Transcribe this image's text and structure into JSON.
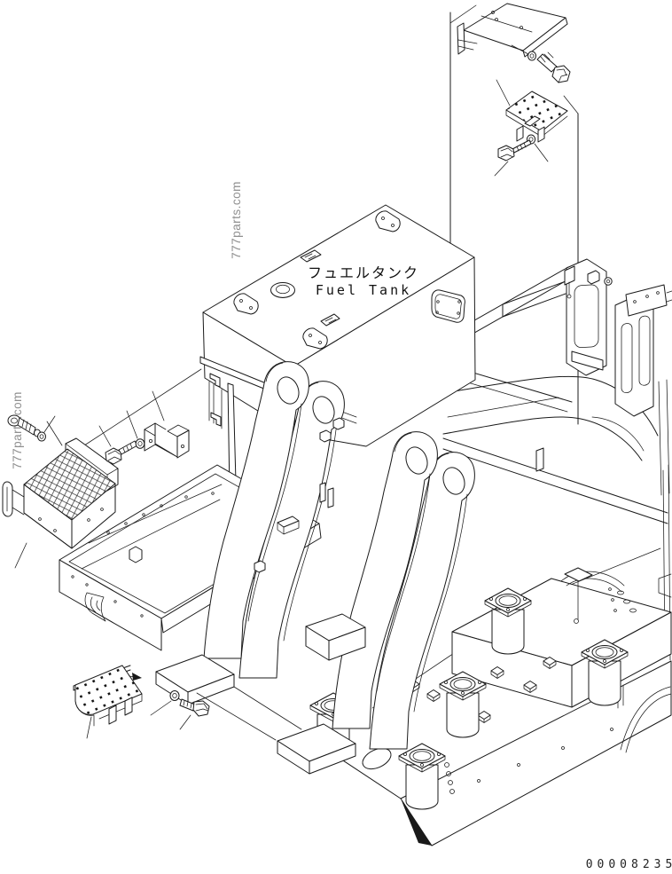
{
  "diagram": {
    "title_ja": "フュエルタンク",
    "title_en": "Fuel Tank",
    "part_number": "00008235",
    "watermark": "777parts.com",
    "colors": {
      "background": "#ffffff",
      "line": "#1a1a1a",
      "watermark": "#8f8f8f"
    }
  }
}
